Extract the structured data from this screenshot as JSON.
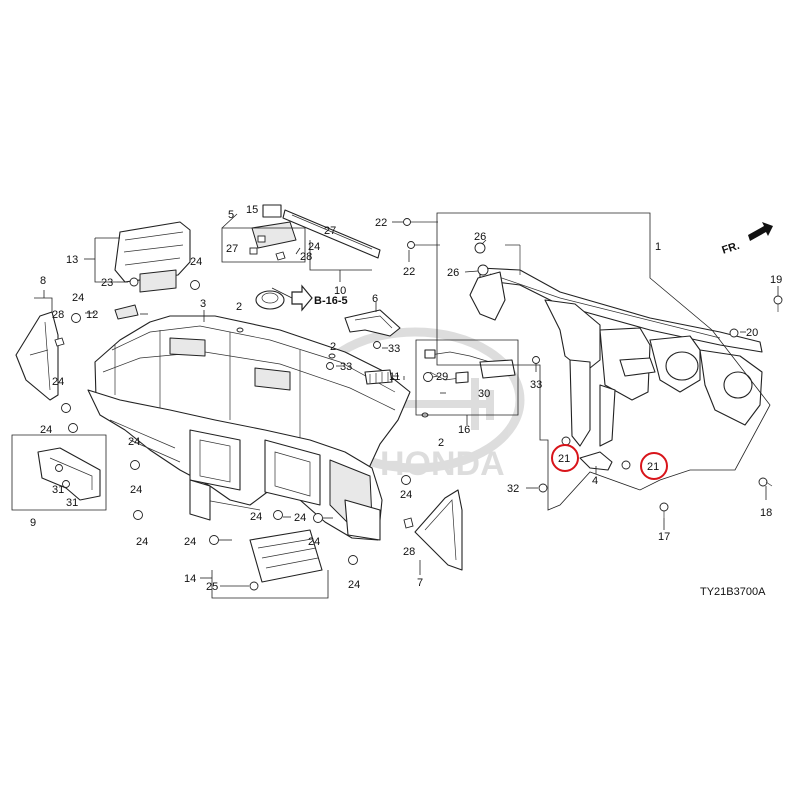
{
  "diagram": {
    "code": "TY21B3700A",
    "front_marker": "FR.",
    "reference": "B-16-5",
    "watermark": "HONDA"
  },
  "callouts": [
    {
      "id": "1",
      "text": "1"
    },
    {
      "id": "2a",
      "text": "2"
    },
    {
      "id": "2b",
      "text": "2"
    },
    {
      "id": "2c",
      "text": "2"
    },
    {
      "id": "3",
      "text": "3"
    },
    {
      "id": "4",
      "text": "4"
    },
    {
      "id": "5",
      "text": "5"
    },
    {
      "id": "6",
      "text": "6"
    },
    {
      "id": "7",
      "text": "7"
    },
    {
      "id": "8",
      "text": "8"
    },
    {
      "id": "9",
      "text": "9"
    },
    {
      "id": "10",
      "text": "10"
    },
    {
      "id": "11",
      "text": "11"
    },
    {
      "id": "12",
      "text": "12"
    },
    {
      "id": "13",
      "text": "13"
    },
    {
      "id": "14",
      "text": "14"
    },
    {
      "id": "15",
      "text": "15"
    },
    {
      "id": "16",
      "text": "16"
    },
    {
      "id": "17",
      "text": "17"
    },
    {
      "id": "18",
      "text": "18"
    },
    {
      "id": "19",
      "text": "19"
    },
    {
      "id": "20",
      "text": "20"
    },
    {
      "id": "21a",
      "text": "21"
    },
    {
      "id": "21b",
      "text": "21"
    },
    {
      "id": "22a",
      "text": "22"
    },
    {
      "id": "22b",
      "text": "22"
    },
    {
      "id": "23",
      "text": "23"
    },
    {
      "id": "24a",
      "text": "24"
    },
    {
      "id": "24b",
      "text": "24"
    },
    {
      "id": "24c",
      "text": "24"
    },
    {
      "id": "24d",
      "text": "24"
    },
    {
      "id": "24e",
      "text": "24"
    },
    {
      "id": "24f",
      "text": "24"
    },
    {
      "id": "24g",
      "text": "24"
    },
    {
      "id": "24h",
      "text": "24"
    },
    {
      "id": "24i",
      "text": "24"
    },
    {
      "id": "24j",
      "text": "24"
    },
    {
      "id": "24k",
      "text": "24"
    },
    {
      "id": "24l",
      "text": "24"
    },
    {
      "id": "24m",
      "text": "24"
    },
    {
      "id": "24n",
      "text": "24"
    },
    {
      "id": "25",
      "text": "25"
    },
    {
      "id": "26a",
      "text": "26"
    },
    {
      "id": "26b",
      "text": "26"
    },
    {
      "id": "27a",
      "text": "27"
    },
    {
      "id": "27b",
      "text": "27"
    },
    {
      "id": "28a",
      "text": "28"
    },
    {
      "id": "28b",
      "text": "28"
    },
    {
      "id": "28c",
      "text": "28"
    },
    {
      "id": "29",
      "text": "29"
    },
    {
      "id": "30",
      "text": "30"
    },
    {
      "id": "31a",
      "text": "31"
    },
    {
      "id": "31b",
      "text": "31"
    },
    {
      "id": "32",
      "text": "32"
    },
    {
      "id": "33a",
      "text": "33"
    },
    {
      "id": "33b",
      "text": "33"
    },
    {
      "id": "33c",
      "text": "33"
    }
  ],
  "highlighted_parts": [
    "21"
  ]
}
